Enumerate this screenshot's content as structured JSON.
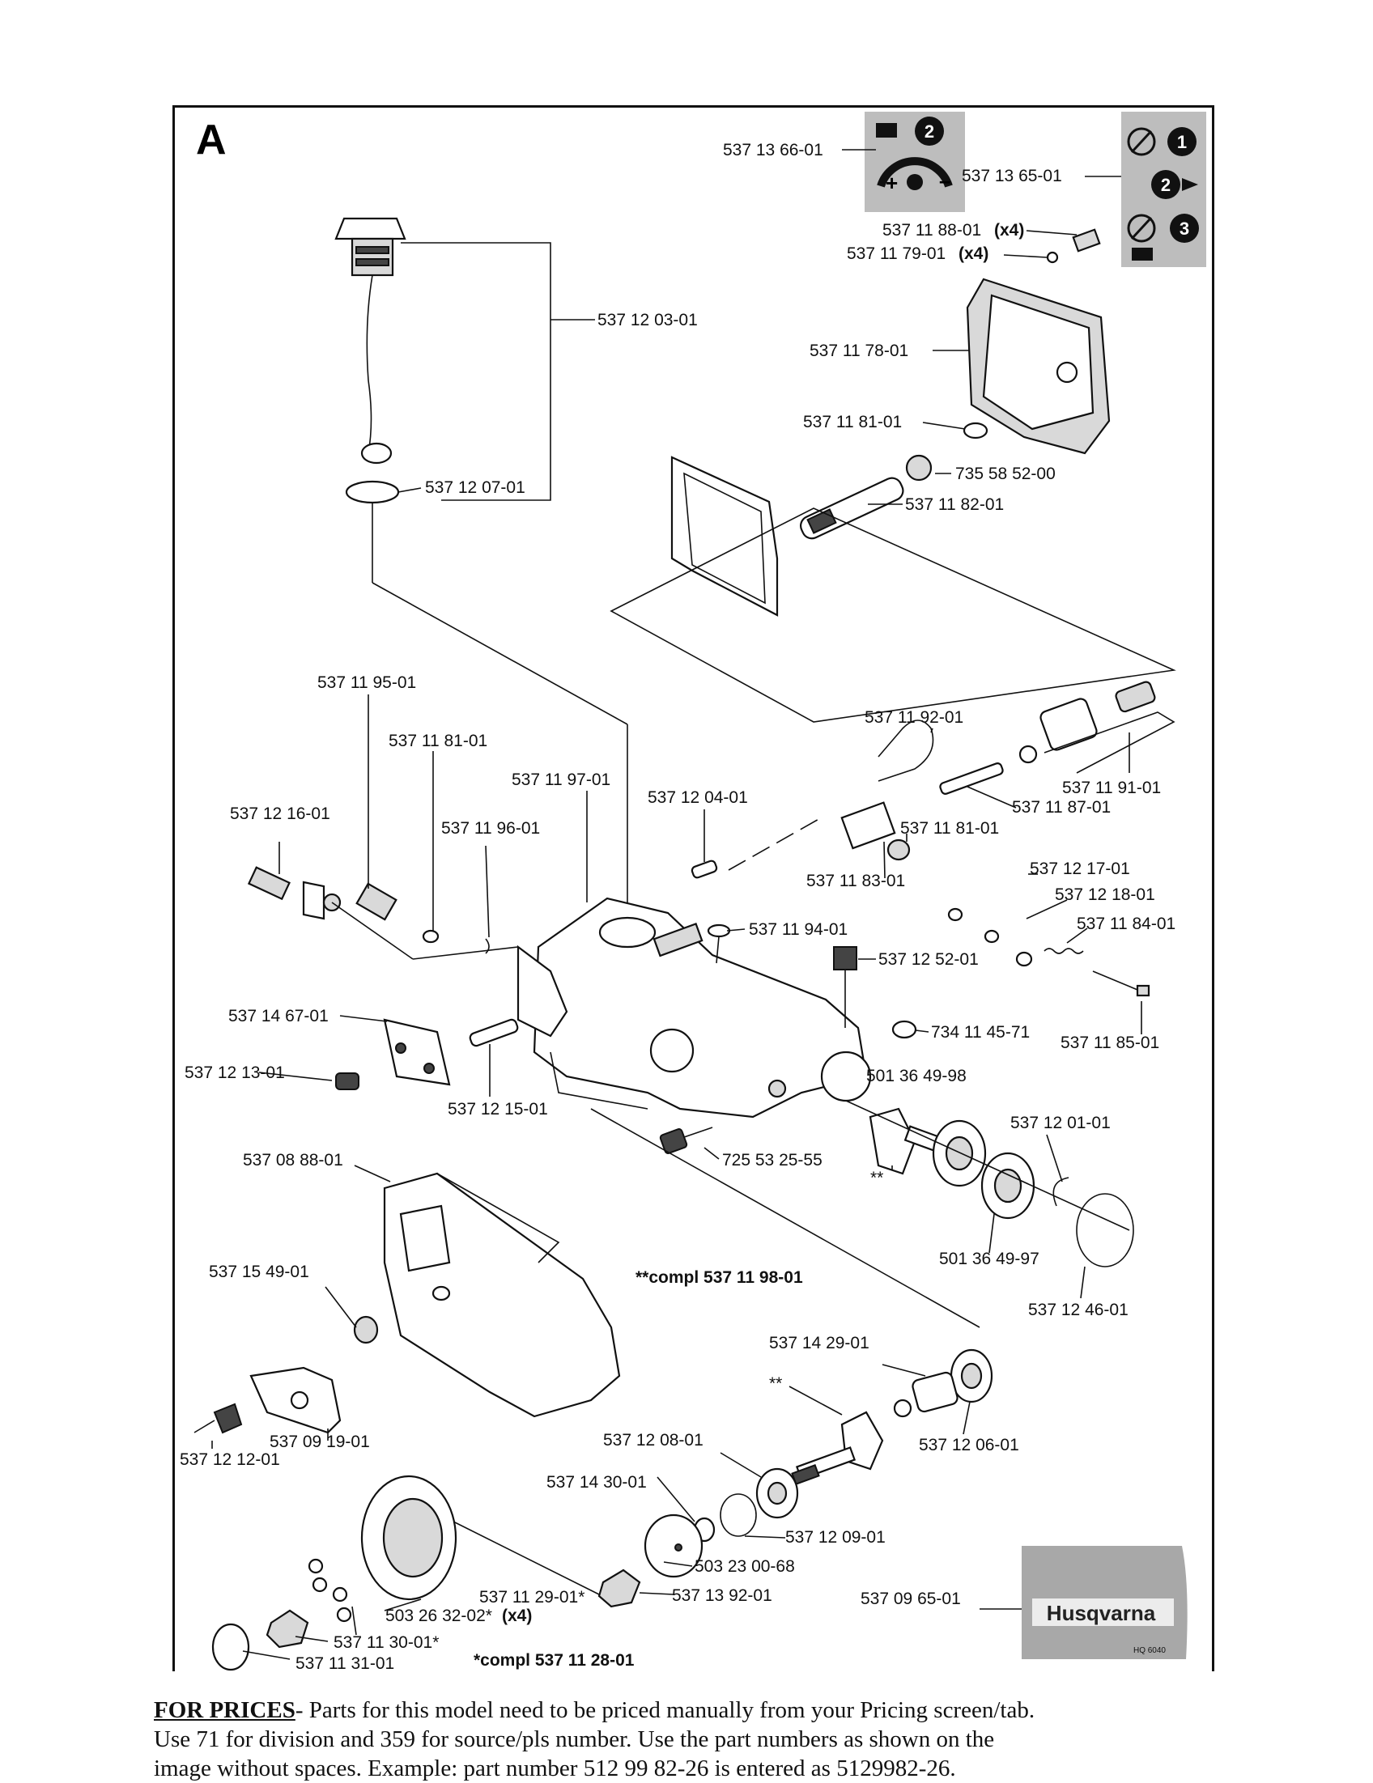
{
  "section_letter": "A",
  "parts": {
    "p1": "537 13 66-01",
    "p2": "537 13 65-01",
    "p3": "537 11 88-01",
    "p3q": "(x4)",
    "p4": "537 11 79-01",
    "p4q": "(x4)",
    "p5": "537 12 03-01",
    "p6": "537 11 78-01",
    "p7": "537 11 81-01",
    "p8": "735 58 52-00",
    "p9": "537 12 07-01",
    "p10": "537 11 82-01",
    "p11": "537 11 95-01",
    "p12": "537 11 92-01",
    "p13": "537 11 81-01",
    "p14": "537 11 97-01",
    "p15": "537 11 91-01",
    "p16": "537 12 04-01",
    "p17": "537 11 87-01",
    "p18": "537 12 16-01",
    "p19": "537 11 96-01",
    "p20": "537 11 81-01",
    "p21": "537 12 17-01",
    "p22": "537 11 83-01",
    "p23": "537 12 18-01",
    "p24": "537 11 94-01",
    "p25": "537 11 84-01",
    "p26": "537 12 52-01",
    "p27": "537 14 67-01",
    "p28": "734 11 45-71",
    "p29": "537 11 85-01",
    "p30": "537 12 13-01",
    "p31": "501 36 49-98",
    "p32": "537 12 15-01",
    "p33": "537 12 01-01",
    "p34": "725 53 25-55",
    "p35": "537 08 88-01",
    "p36": "**",
    "p37": "501 36 49-97",
    "p38": "537 15 49-01",
    "p39": "**compl 537 11 98-01",
    "p40": "537 12 46-01",
    "p41": "537 14 29-01",
    "p42": "**",
    "p43": "537 09 19-01",
    "p44": "537 12 12-01",
    "p45": "537 12 08-01",
    "p46": "537 12 06-01",
    "p47": "537 14 30-01",
    "p48": "537 12 09-01",
    "p49": "503 23 00-68",
    "p50": "537 11 29-01*",
    "p51": "537 13 92-01",
    "p52": "537 09 65-01",
    "p53": "503 26 32-02*",
    "p53q": "(x4)",
    "p54": "537 11 30-01*",
    "p55": "537 11 31-01",
    "p56": "*compl 537 11 28-01"
  },
  "decal_text": "Husqvarna",
  "decal_small_text": "HQ 6040",
  "decal_markers": [
    "2",
    "1",
    "2",
    "3"
  ],
  "footer": {
    "heading": "FOR PRICES",
    "line1": "- Parts for this model need to be priced manually from your Pricing screen/tab.",
    "line2": "Use 71 for division and 359 for source/pls number.   Use the part numbers as shown on the",
    "line3": "image without spaces.  Example: part number 512 99 82-26 is entered as 5129982-26."
  }
}
